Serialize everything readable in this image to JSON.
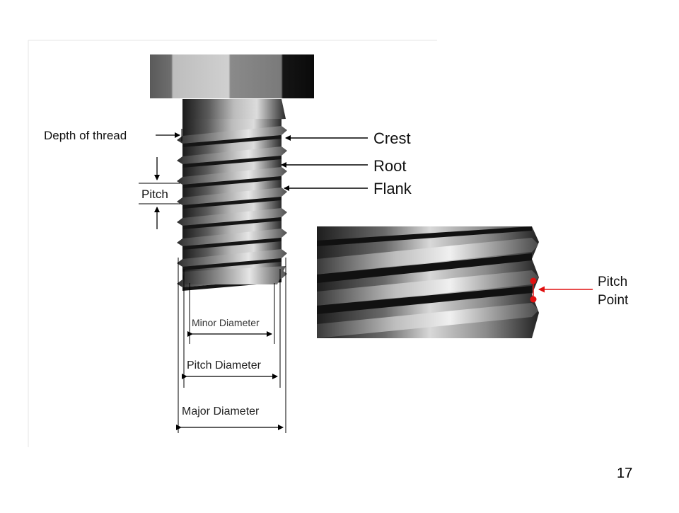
{
  "slide": {
    "page_number": "17"
  },
  "labels": {
    "depth_of_thread": "Depth of thread",
    "pitch": "Pitch",
    "crest": "Crest",
    "root": "Root",
    "flank": "Flank",
    "minor_diameter": "Minor Diameter",
    "pitch_diameter": "Pitch Diameter",
    "major_diameter": "Major Diameter",
    "pitch_point_line1": "Pitch",
    "pitch_point_line2": "Point"
  },
  "colors": {
    "pitch_point_marker": "#e01010",
    "leader_lines": "#000000"
  }
}
